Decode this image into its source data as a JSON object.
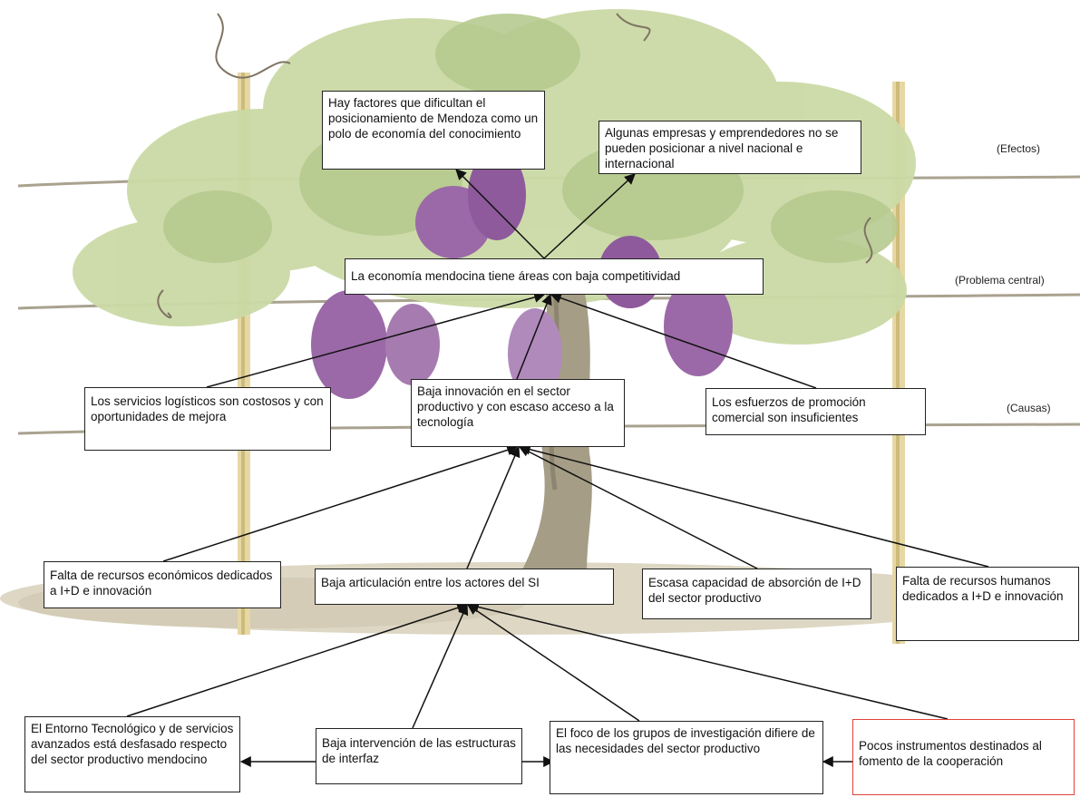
{
  "side_labels": {
    "efectos": "(Efectos)",
    "problema": "(Problema central)",
    "causas": "(Causas)"
  },
  "nodes": {
    "efecto1": "Hay factores que dificultan el posicionamiento de Mendoza como un polo de economía del conocimiento",
    "efecto2": "Algunas empresas y emprendedores no se pueden posicionar a nivel nacional e internacional",
    "problema": "La economía mendocina tiene áreas con baja competitividad",
    "causa_logistica": "Los servicios logísticos son costosos y con oportunidades de mejora",
    "causa_innovacion": "Baja innovación en el sector productivo y con escaso acceso a la tecnología",
    "causa_promocion": "Los esfuerzos de promoción comercial son insuficientes",
    "falta_recursos_eco": "Falta de recursos económicos dedicados a I+D e innovación",
    "baja_articulacion": "Baja articulación entre los actores del SI",
    "escasa_absorcion": "Escasa capacidad de absorción de I+D del sector productivo",
    "falta_recursos_hum": "Falta de recursos humanos dedicados a I+D e innovación",
    "entorno_tec": "El Entorno Tecnológico y de servicios avanzados está desfasado respecto del sector productivo mendocino",
    "baja_intervencion": "Baja intervención de las estructuras de interfaz",
    "foco_grupos": "El foco de los grupos de investigación difiere de las necesidades del sector productivo",
    "pocos_instrumentos": "Pocos instrumentos destinados al fomento de la cooperación"
  },
  "colors": {
    "leaf_light": "#cfdcae",
    "leaf_mid": "#b2c78c",
    "grape": "#9a6aa6",
    "grape_dark": "#6f4480",
    "trunk": "#a39a82",
    "post": "#e2d39c",
    "ground": "#d9d3c0",
    "highlight_border": "#e0413a"
  }
}
